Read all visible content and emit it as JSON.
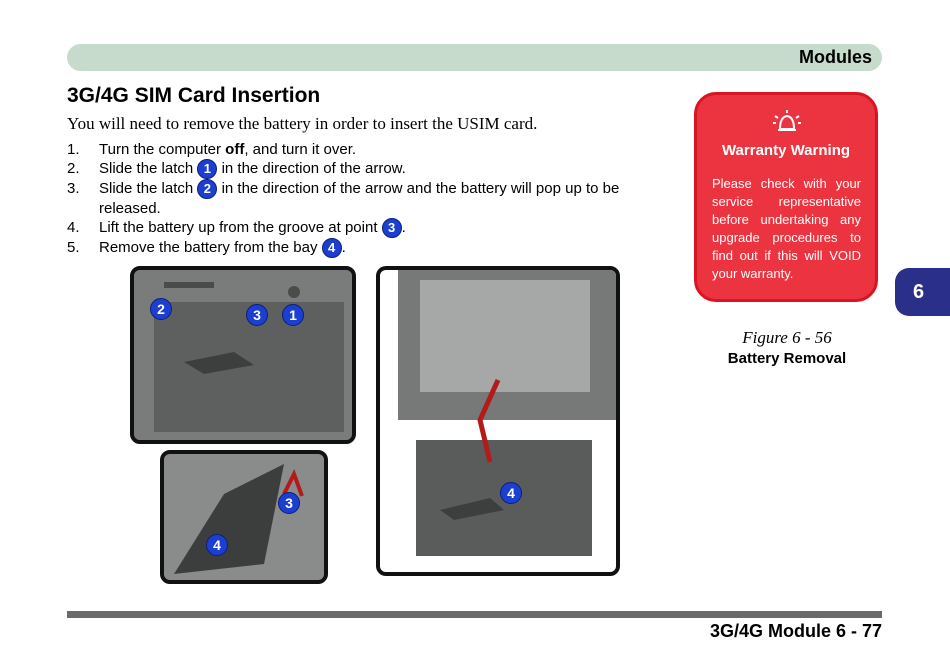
{
  "header": {
    "title": "Modules"
  },
  "section_title": "3G/4G SIM Card Insertion",
  "intro": "You will need to remove the battery in order to insert the USIM card.",
  "steps": [
    {
      "num": "1.",
      "pre": "Turn the computer ",
      "bold": "off",
      "post": ", and turn it over."
    },
    {
      "num": "2.",
      "pre": "Slide the latch ",
      "badge": "1",
      "post": " in the direction of the arrow."
    },
    {
      "num": "3.",
      "pre": "Slide the latch ",
      "badge": "2",
      "post": " in the direction of the arrow and the battery will pop up to be released."
    },
    {
      "num": "4.",
      "pre": "Lift the battery up from the groove at point ",
      "badge": "3",
      "post": "."
    },
    {
      "num": "5.",
      "pre": "Remove the battery from the bay ",
      "badge": "4",
      "post": "."
    }
  ],
  "warning": {
    "title": "Warranty Warning",
    "body": "Please check with your service representative before undertaking any upgrade procedures to find out if this will VOID your warranty."
  },
  "figure": {
    "number": "Figure 6 - 56",
    "title": "Battery Removal"
  },
  "chapter_tab": "6",
  "footer": "3G/4G Module 6 - 77",
  "photo_labels": {
    "a": [
      "2",
      "3",
      "1"
    ],
    "b": [
      "3",
      "4"
    ],
    "c": [
      "4"
    ]
  }
}
